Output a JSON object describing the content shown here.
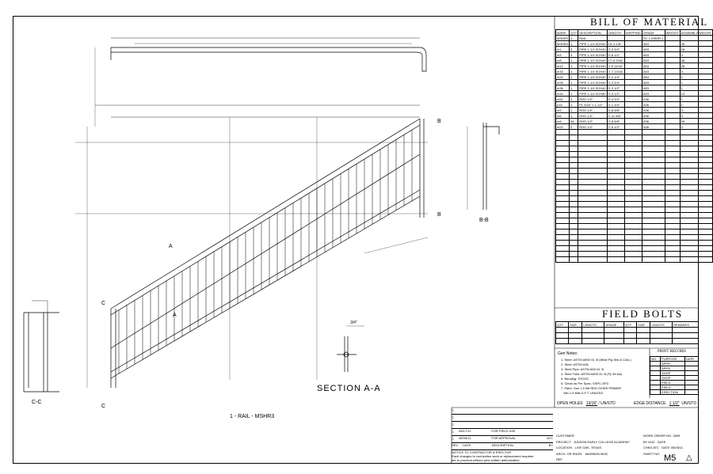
{
  "bom": {
    "title": "BILL OF MATERIAL",
    "headers": [
      "MARK",
      "QTY",
      "DESCRIPTION",
      "LENGTH",
      "SHIPPING",
      "GRADE",
      "WEIGHT",
      "ASSEMBLY WEIGHT"
    ],
    "rows": [
      [
        "MSHR3",
        "1",
        "RAIL",
        "",
        "",
        "SC-1-MSHR-1",
        "",
        ""
      ],
      [
        "MSHR3",
        "1",
        "PIPE 1-1/4 SCH40",
        "15'-3 1/8\"",
        "",
        "A53",
        "",
        "26"
      ],
      [
        "m1",
        "3",
        "PIPE 1-1/4 SCH40",
        "2'-3 3/4\"",
        "",
        "A53",
        "",
        "26"
      ],
      [
        "m3",
        "3",
        "PIPE 1-1/4 SCH40",
        "0'-8 1/2\"",
        "",
        "A53",
        "",
        "4"
      ],
      [
        "m8",
        "1",
        "PIPE 1-1/4 SCH40",
        "17'-6 3/16\"",
        "",
        "A53",
        "",
        "48"
      ],
      [
        "m12",
        "1",
        "PIPE 1-1/4 SCH40",
        "2'-9 11/16\"",
        "",
        "A53",
        "",
        "26"
      ],
      [
        "m16",
        "1",
        "PIPE 1-1/4 SCH40",
        "2'-7 13/16\"",
        "",
        "A53",
        "",
        "4"
      ],
      [
        "m24",
        "1",
        "PIPE 1-1/4 SCH40",
        "0'-2 1/4\"",
        "",
        "A53",
        "",
        "1"
      ],
      [
        "m28",
        "1",
        "PIPE 1-1/4 SCH40",
        "0'-3 3/4\"",
        "",
        "A53",
        "",
        "1"
      ],
      [
        "m36",
        "1",
        "PIPE 1-1/4 SCH40",
        "0'-3 1/2\"",
        "",
        "A53",
        "",
        "1"
      ],
      [
        "m44",
        "1",
        "PIPE 1-1/4 SCH80",
        "0'-3 1/2\"",
        "",
        "A53",
        "",
        "10"
      ],
      [
        "m51",
        "3",
        "ROD 1/2\"",
        "0'-4 3/4\"",
        "",
        "A36",
        "",
        "1"
      ],
      [
        "p15",
        "1",
        "PL 3/16\" x 1-1/2\"",
        "0'-1 3/4\"",
        "",
        "A36",
        "",
        "1"
      ],
      [
        "m5",
        "1",
        "ROD 1/2\"",
        "2'-8 5/8\"",
        "",
        "A36",
        "",
        "3"
      ],
      [
        "m6",
        "1",
        "ROD 1/2\"",
        "2'-11 5/8\"",
        "",
        "A36",
        "",
        "3"
      ],
      [
        "m8",
        "34",
        "ROD 1/2\"",
        "2'-8 5/8\"",
        "",
        "A36",
        "",
        "99"
      ],
      [
        "m22",
        "2",
        "ROD 1/2\"",
        "2'-9 1/2\"",
        "",
        "A36",
        "",
        "4"
      ]
    ]
  },
  "bolts": {
    "title": "FIELD BOLTS",
    "headers": [
      "QTY",
      "SIZE",
      "LENGTH",
      "GRADE",
      "QTY",
      "SIZE",
      "LENGTH",
      "REMARKS"
    ]
  },
  "notes": {
    "title": "Gen Notes:",
    "items": [
      "1. Steel: ASTM A500 Gr. B (Wide Flg Shs & Cols.)",
      "2. Steel: ASTM A36",
      "3. Steel Pipe: ASTM A53 Gr. B",
      "4. Steel Tube: ASTM A500 Gr. B (Fy 46 ksi)",
      "5. Bending: STOCK",
      "6. Clean as Per Spec. SSPC-SP3",
      "7. Paint: One 1.0 Mil RED OXIDE PRIMER",
      "   Min 1.5 Mils D.F.T. UNLESS"
    ]
  },
  "print_record": {
    "title": "PRINT RECORD",
    "headers": [
      "NO.",
      "PURPOSE",
      "DATE"
    ],
    "items": [
      "APPR",
      "APPR",
      "SHOP",
      "SHOP",
      "FIELD",
      "FIELD",
      "ERECTION"
    ]
  },
  "scale": {
    "open_holes_label": "OPEN HOLES",
    "open_holes": "13/16\"",
    "open_holes_suffix": "UN/STD",
    "edge_distance_label": "EDGE DISTANCE",
    "edge_distance": "1 1/2\"",
    "edge_suffix": "UN/STD"
  },
  "revisions": [
    {
      "rev": "",
      "date": "05/17/11",
      "desc": "FOR FIELD USE",
      "by": ""
    },
    {
      "rev": "",
      "date": "05/05/11",
      "desc": "FOR APPROVAL",
      "by": "ATC"
    }
  ],
  "rev_headers": {
    "rev": "REV",
    "date": "DATE",
    "desc": "DESCRIPTION",
    "by": "BY"
  },
  "contractor_note": {
    "title": "NOTICE TO CONTRACTOR & ERECTOR",
    "text1": "Each changes to connection work or replacement required",
    "text2": "are to proceed without prior written authorization"
  },
  "title_block": {
    "customer_label": "CUSTOMER",
    "project_label": "PROJECT",
    "project": "JUDSON EARLY COLLEGE ACADEMY",
    "location_label": "LOCATION",
    "location": "LIVE OAK, TEXAS",
    "arch_label": "ARCH. OR ENGR.",
    "arch": "MARMON MOK",
    "ref_label": "REF",
    "work_order_label": "WORK ORDER NO.",
    "work_order": "2849",
    "by_label": "BY",
    "by": "MJC",
    "date_label": "DATE",
    "chkd_label": "CHKD",
    "chkd": "ATC",
    "date2_label": "DATE",
    "date2": "05/05/11",
    "sheet_label": "SHEET NO.",
    "sheet": "M5"
  },
  "drawing": {
    "section_title": "SECTION A-A",
    "piece_title": "1 - RAIL - MSHR3",
    "view_cc": "C-C",
    "view_bb": "B-B",
    "mark_a": "A",
    "mark_b": "B",
    "mark_c": "C",
    "dim_3_4": "3/4\""
  }
}
